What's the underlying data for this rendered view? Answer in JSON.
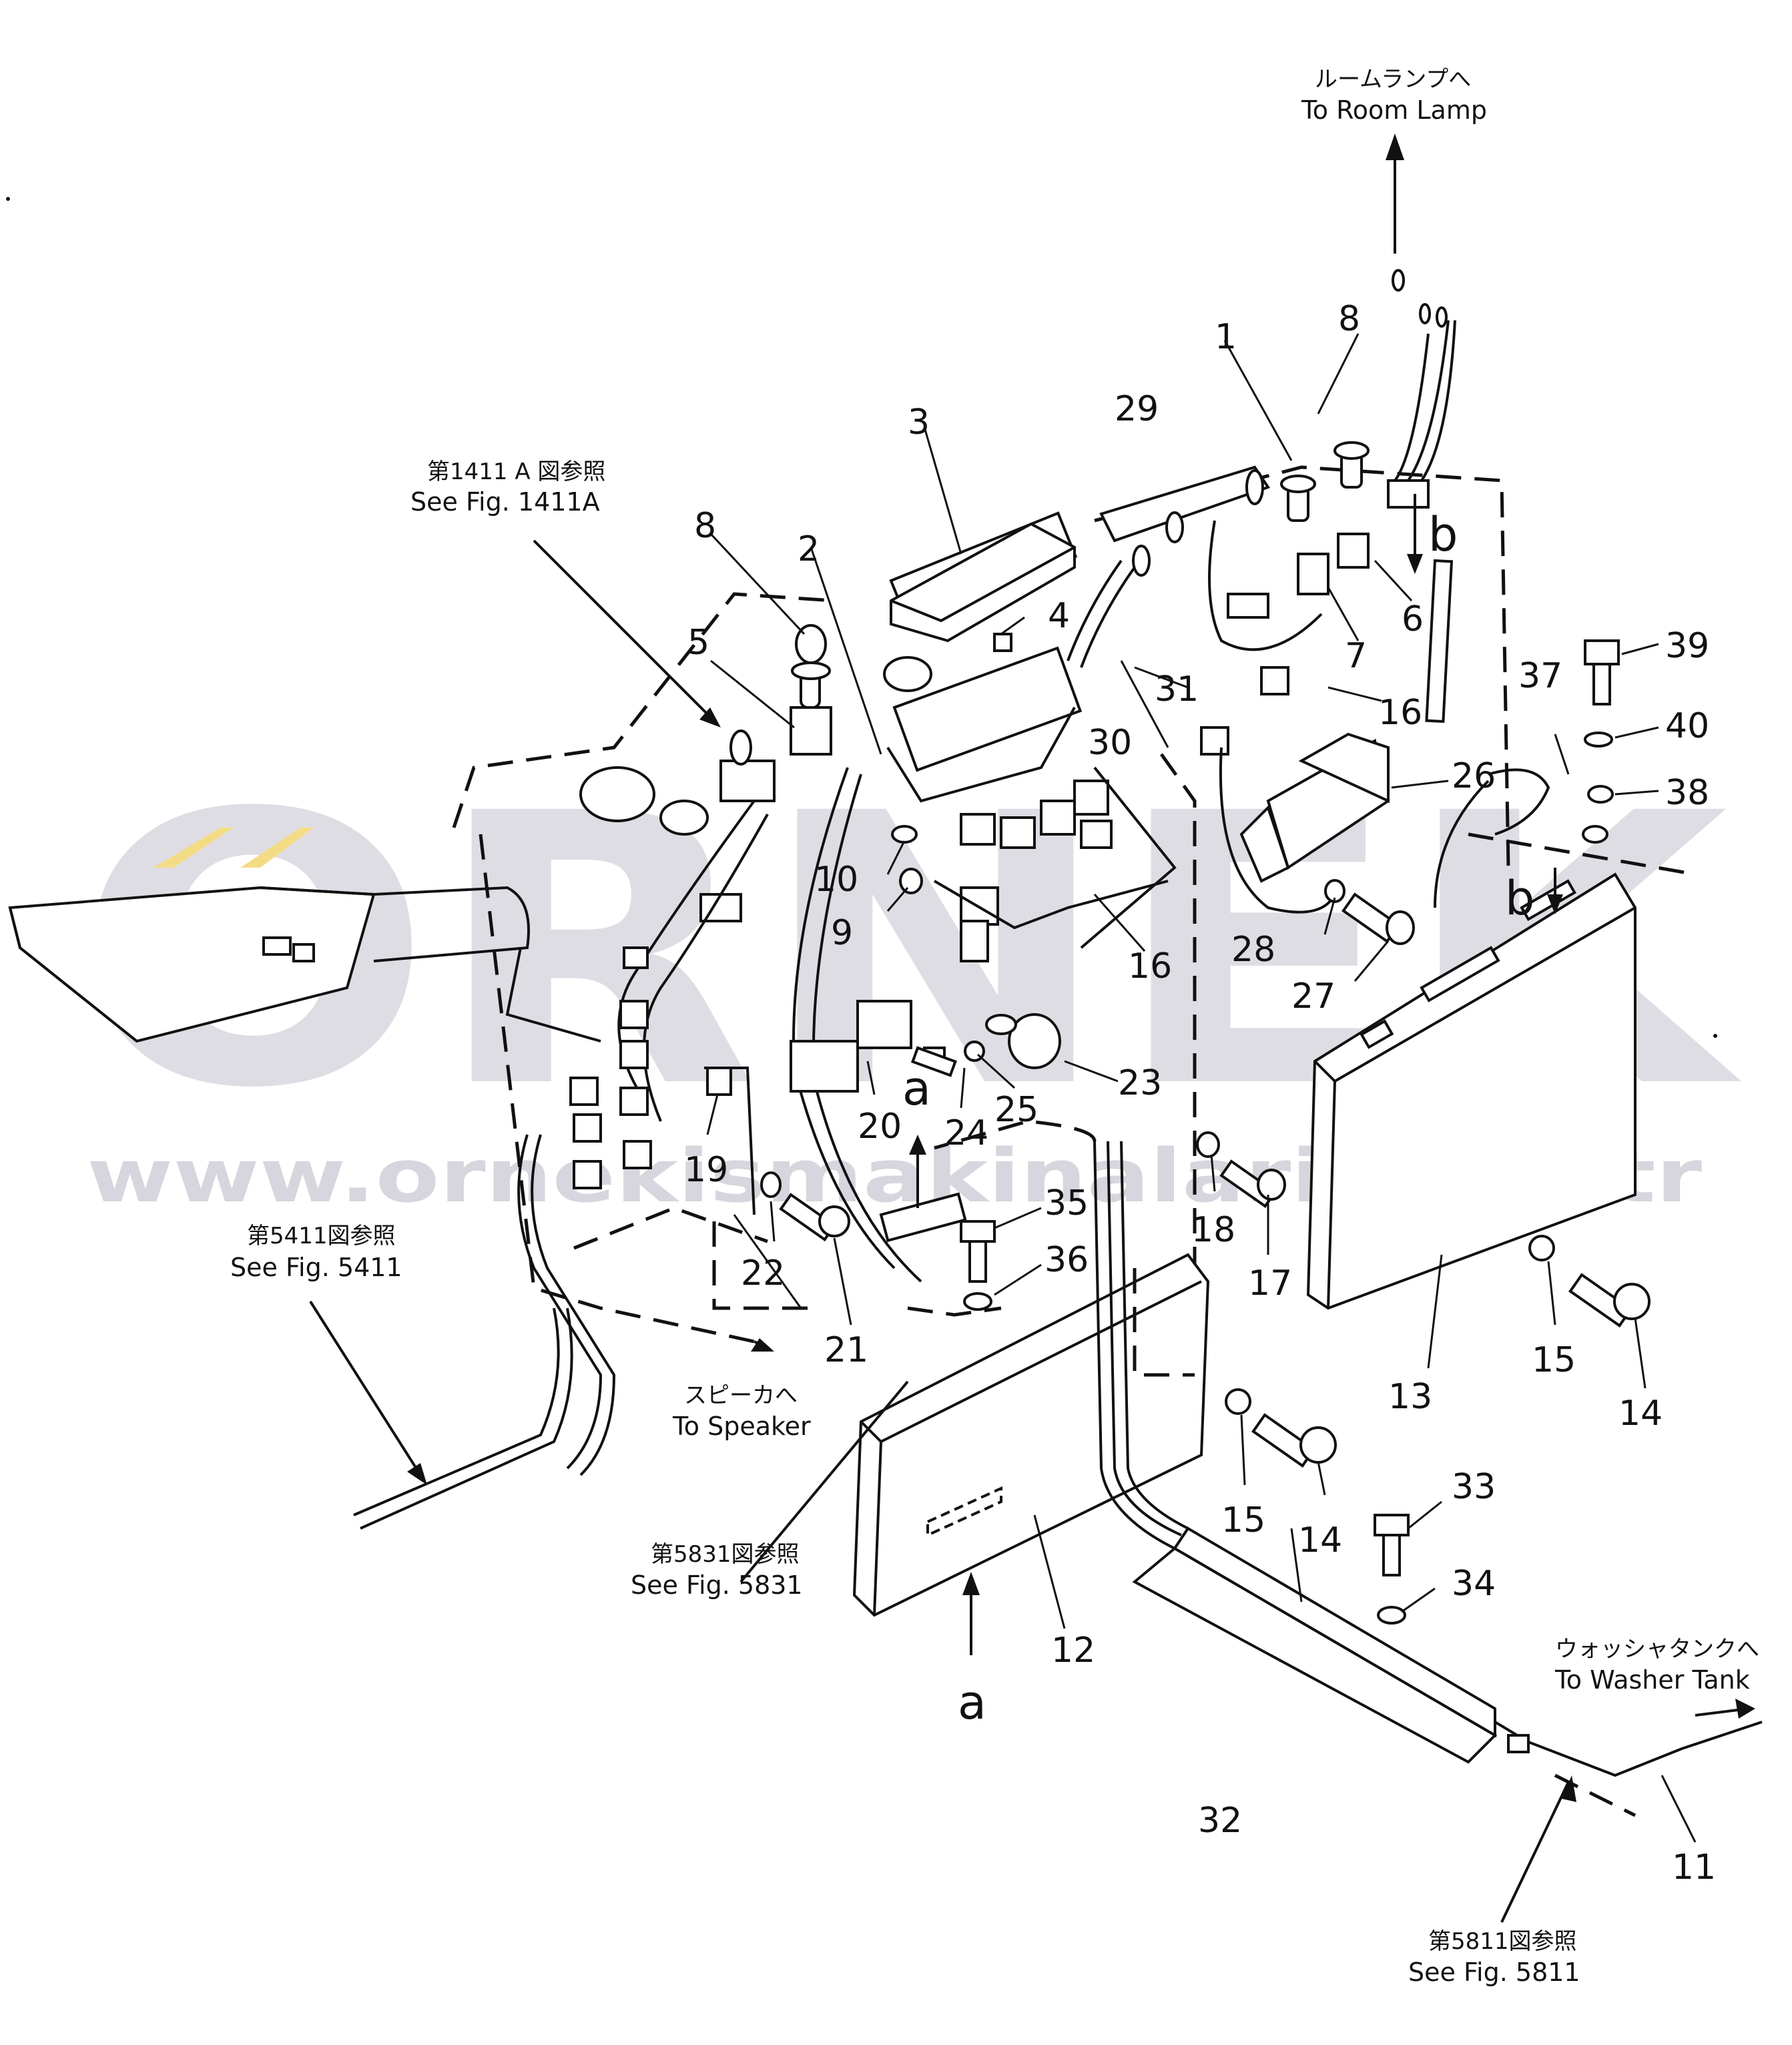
{
  "callouts": {
    "c1": "1",
    "c2": "2",
    "c3": "3",
    "c4": "4",
    "c5": "5",
    "c6": "6",
    "c7": "7",
    "c8a": "8",
    "c8b": "8",
    "c9": "9",
    "c10": "10",
    "c11": "11",
    "c12": "12",
    "c13": "13",
    "c14a": "14",
    "c14b": "14",
    "c15a": "15",
    "c15b": "15",
    "c16a": "16",
    "c16b": "16",
    "c17": "17",
    "c18": "18",
    "c19": "19",
    "c20": "20",
    "c21": "21",
    "c22": "22",
    "c23": "23",
    "c24": "24",
    "c25": "25",
    "c26": "26",
    "c27": "27",
    "c28": "28",
    "c29": "29",
    "c30": "30",
    "c31": "31",
    "c32": "32",
    "c33": "33",
    "c34": "34",
    "c35": "35",
    "c36": "36",
    "c37": "37",
    "c38": "38",
    "c39": "39",
    "c40": "40"
  },
  "letters": {
    "a_top": "a",
    "a_bottom": "a",
    "b_top": "b",
    "b_mid": "b"
  },
  "references": {
    "room_lamp_jp": "ルームランプへ",
    "room_lamp_en": "To Room Lamp",
    "fig1411a_jp": "第1411 A 図参照",
    "fig1411a_en": "See Fig. 1411A",
    "fig5411_jp": "第5411図参照",
    "fig5411_en": "See Fig. 5411",
    "speaker_jp": "スピーカへ",
    "speaker_en": "To Speaker",
    "fig5831_jp": "第5831図参照",
    "fig5831_en": "See Fig. 5831",
    "washer_jp": "ウォッシャタンクへ",
    "washer_en": "To Washer Tank",
    "fig5811_jp": "第5811図参照",
    "fig5811_en": "See Fig. 5811"
  },
  "watermark": {
    "logo": "ORNEK",
    "url": "www.orneki̇smakinalari.com.tr",
    "color": "#d6d4dc",
    "accent": "#f3d97a"
  }
}
